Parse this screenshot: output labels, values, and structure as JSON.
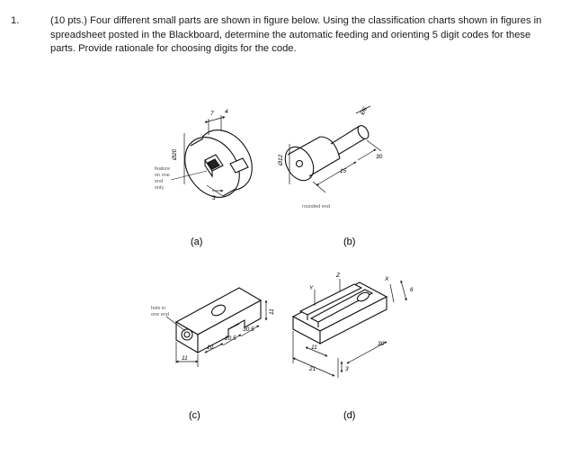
{
  "question": {
    "number": "1.",
    "text": "(10 pts.) Four different small parts are shown in figure below. Using the classification charts shown in figures in spreadsheet posted in the Blackboard, determine the automatic feeding and orienting 5 digit codes for these parts. Provide rationale for choosing digits for the code."
  },
  "figures": {
    "a": {
      "caption": "(a)",
      "diameter_label": "Ø20",
      "dim_top_1": "7",
      "dim_top_2": "4",
      "dim_small": "3",
      "note": [
        "feature",
        "on one",
        "end",
        "only"
      ]
    },
    "b": {
      "caption": "(b)",
      "diameter_label": "Ø12",
      "dim_small": "Ø6",
      "dim_15": "15",
      "dim_30": "30",
      "note": "rounded end"
    },
    "c": {
      "caption": "(c)",
      "note": [
        "hole in",
        "one end"
      ],
      "dim_11_bottom": "11",
      "dim_10": "10",
      "dim_20_5": "20.5",
      "dim_30_5": "30.5",
      "dim_11_right": "11"
    },
    "d": {
      "caption": "(d)",
      "axis_y": "Y",
      "axis_z": "Z",
      "axis_x": "X",
      "dim_6": "6",
      "dim_11": "11",
      "dim_21": "21",
      "dim_3": "3",
      "dim_30": "30"
    }
  }
}
